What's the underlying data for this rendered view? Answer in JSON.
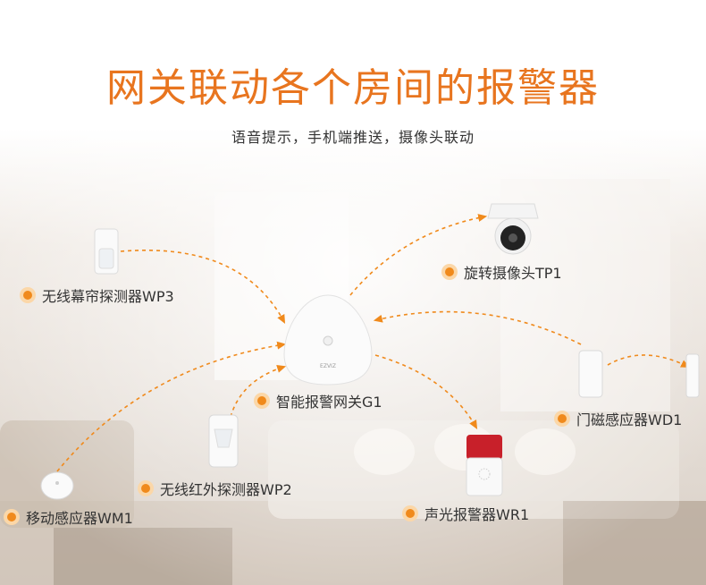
{
  "title": "网关联动各个房间的报警器",
  "subtitle": "语音提示，手机端推送，摄像头联动",
  "accent": "#f08a1c",
  "devices": {
    "gateway": "智能报警网关G1",
    "camera": "旋转摄像头TP1",
    "curtain": "无线幕帘探测器WP3",
    "door": "门磁感应器WD1",
    "pir": "无线红外探测器WP2",
    "motion": "移动感应器WM1",
    "siren": "声光报警器WR1"
  }
}
